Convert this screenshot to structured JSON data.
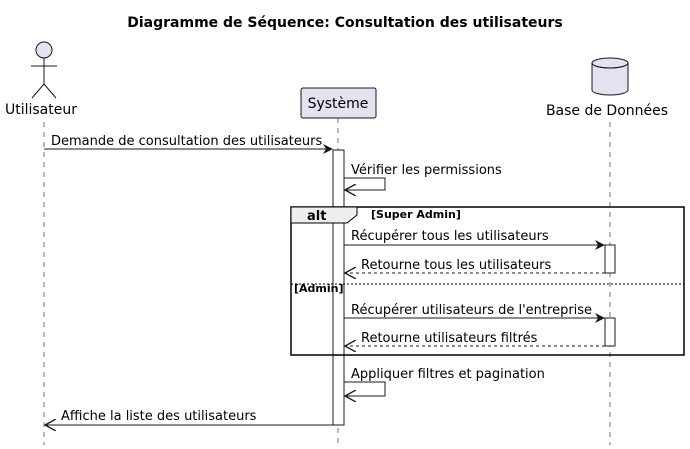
{
  "diagram": {
    "title": "Diagramme de Séquence: Consultation des utilisateurs",
    "participants": {
      "user": {
        "label": "Utilisateur",
        "kind": "actor"
      },
      "system": {
        "label": "Système",
        "kind": "participant"
      },
      "db": {
        "label": "Base de Données",
        "kind": "database"
      }
    },
    "messages": {
      "m1": "Demande de consultation des utilisateurs",
      "m2": "Vérifier les permissions",
      "m3": "Récupérer tous les utilisateurs",
      "m4": "Retourne tous les utilisateurs",
      "m5": "Récupérer utilisateurs de l'entreprise",
      "m6": "Retourne utilisateurs filtrés",
      "m7": "Appliquer filtres et pagination",
      "m8": "Affiche la liste des utilisateurs"
    },
    "fragment": {
      "operator": "alt",
      "guard1": "[Super Admin]",
      "guard2": "[Admin]"
    },
    "colors": {
      "participant_fill": "#E2E2F0",
      "participant_border": "#181818",
      "lifeline": "#181818",
      "line": "#181818"
    }
  }
}
